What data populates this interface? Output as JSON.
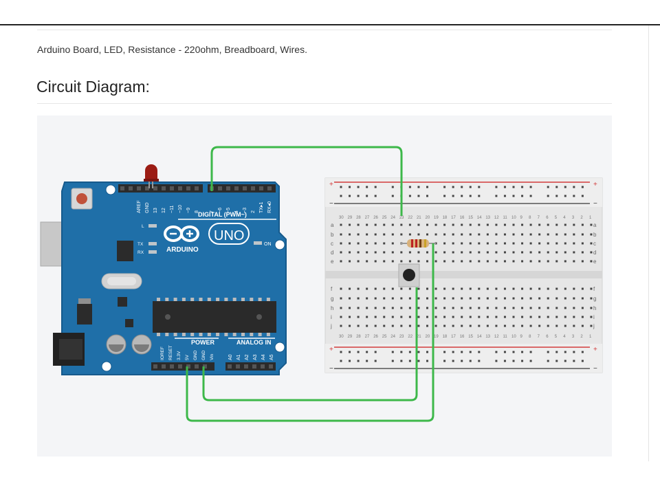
{
  "page": {
    "materials_text": "Arduino Board, LED, Resistance - 220ohm, Breadboard, Wires.",
    "heading": "Circuit Diagram:"
  },
  "arduino": {
    "brand": "ARDUINO",
    "model": "UNO",
    "digital_label": "DIGITAL (PWM~)",
    "power_label": "POWER",
    "analog_label": "ANALOG IN",
    "on_label": "ON",
    "led_labels": [
      "L",
      "TX",
      "RX"
    ],
    "top_pins": [
      "AREF",
      "GND",
      "13",
      "12",
      "~11",
      "~10",
      "~9",
      "8",
      "7",
      "~6",
      "~5",
      "4",
      "~3",
      "2",
      "TX▸1",
      "RX◂0"
    ],
    "power_pins": [
      "IOREF",
      "RESET",
      "3.3V",
      "5V",
      "GND",
      "GND",
      "Vin"
    ],
    "analog_pins": [
      "A0",
      "A1",
      "A2",
      "A3",
      "A4",
      "A5"
    ]
  },
  "breadboard": {
    "row_letters_top": [
      "a",
      "b",
      "c",
      "d",
      "e"
    ],
    "row_letters_bottom": [
      "f",
      "g",
      "h",
      "i",
      "j"
    ],
    "plus_label": "+",
    "minus_label": "−",
    "columns": 30
  },
  "colors": {
    "wire": "#3db84a",
    "board": "#1f6fa8",
    "board_edge": "#165a8c",
    "breadboard": "#e8e8e8",
    "led": "#9b1c14",
    "rail_red": "#d23b3b"
  }
}
